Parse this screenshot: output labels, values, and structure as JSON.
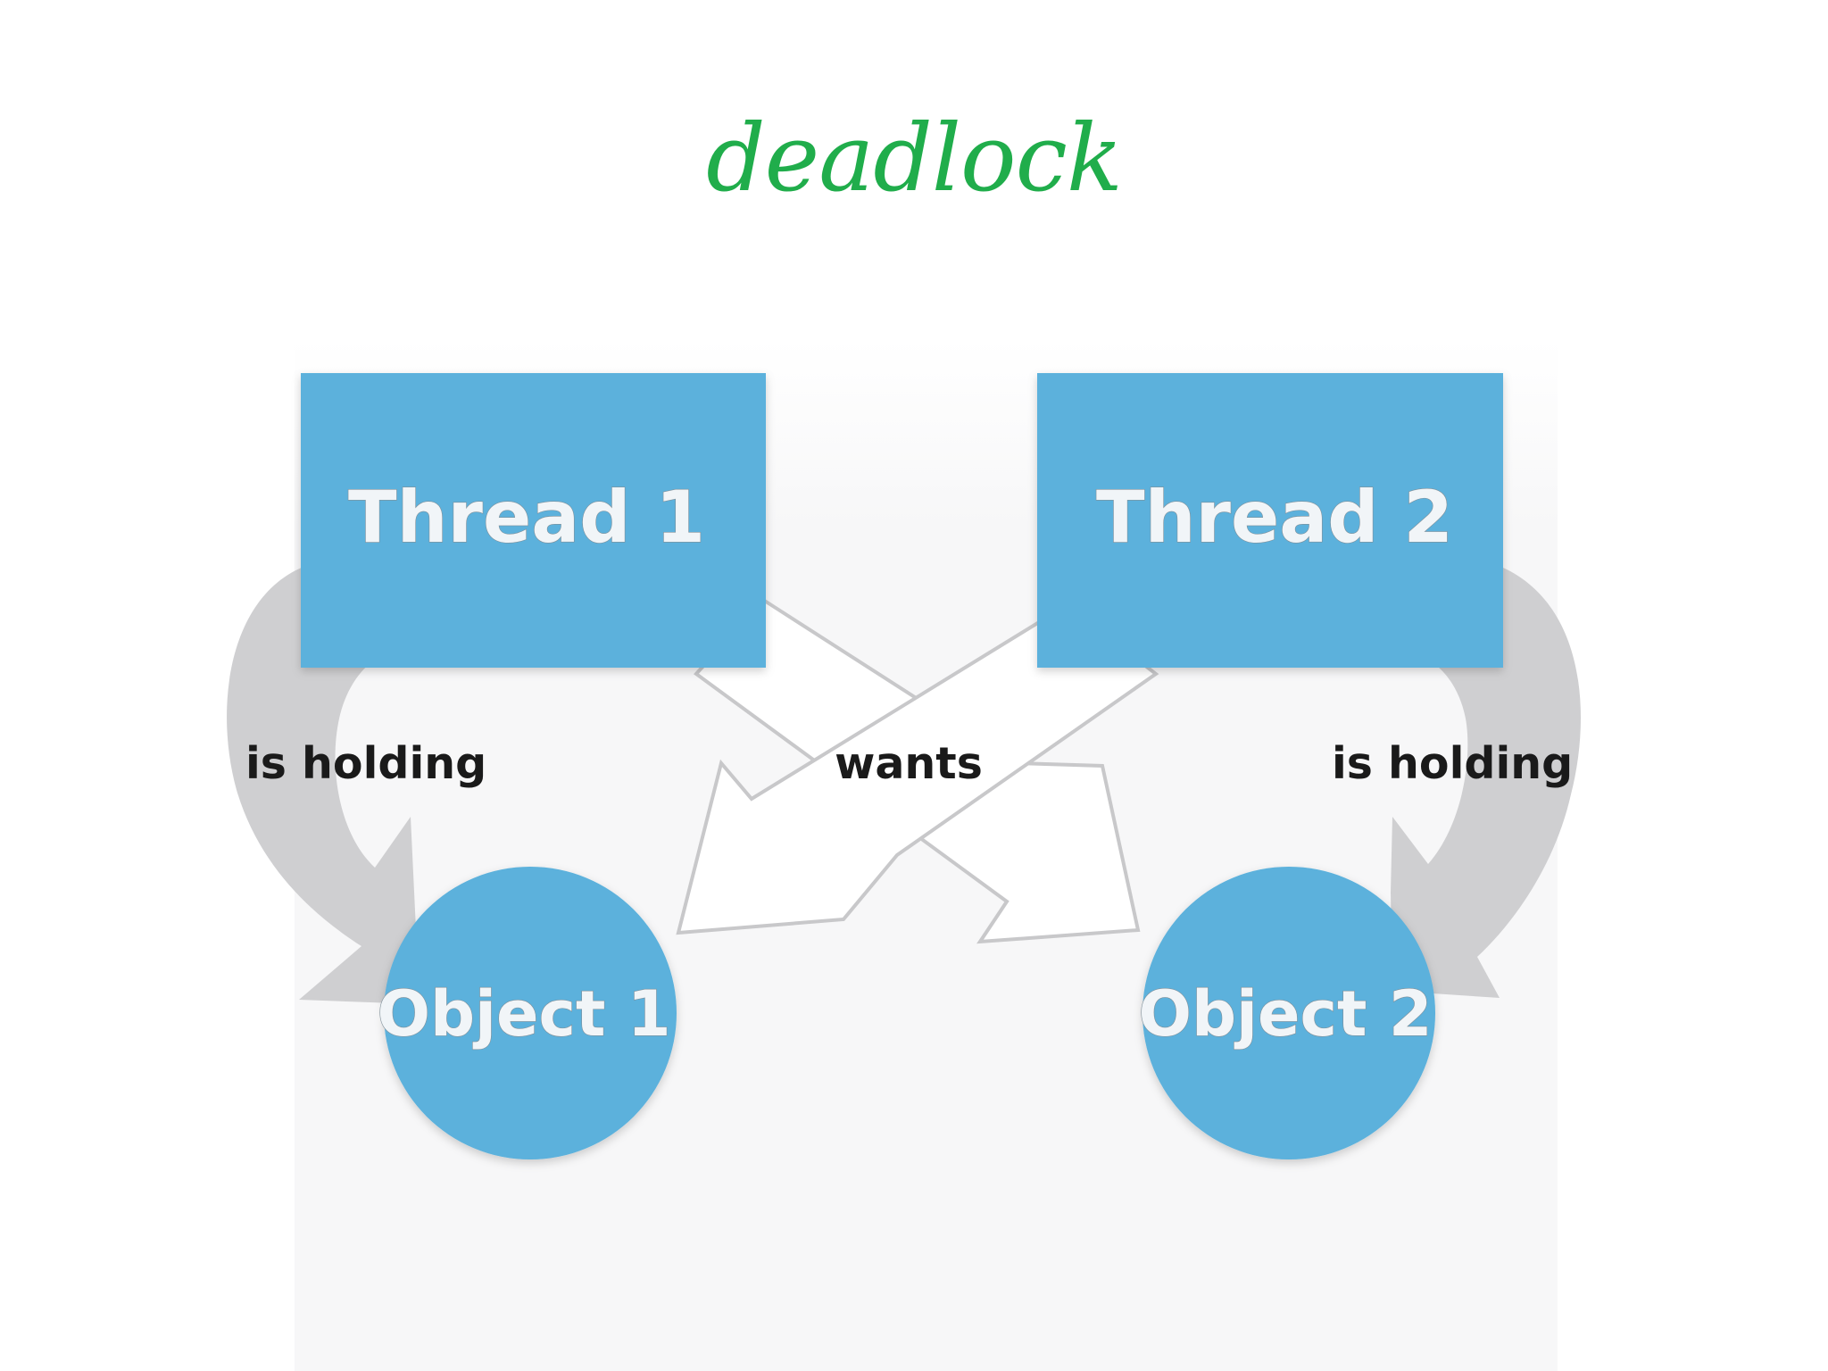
{
  "title": "deadlock",
  "colors": {
    "title": "#20ad4b",
    "node_fill": "#5bb1dc",
    "holding_arrow": "#cfcfd1",
    "wants_arrow_outline": "#c8c8ca",
    "background_panel": "#f7f7f8"
  },
  "nodes": {
    "thread_1": "Thread 1",
    "thread_2": "Thread 2",
    "object_1": "Object 1",
    "object_2": "Object 2"
  },
  "edges": {
    "left_holding": "is holding",
    "wants": "wants",
    "right_holding": "is holding"
  }
}
